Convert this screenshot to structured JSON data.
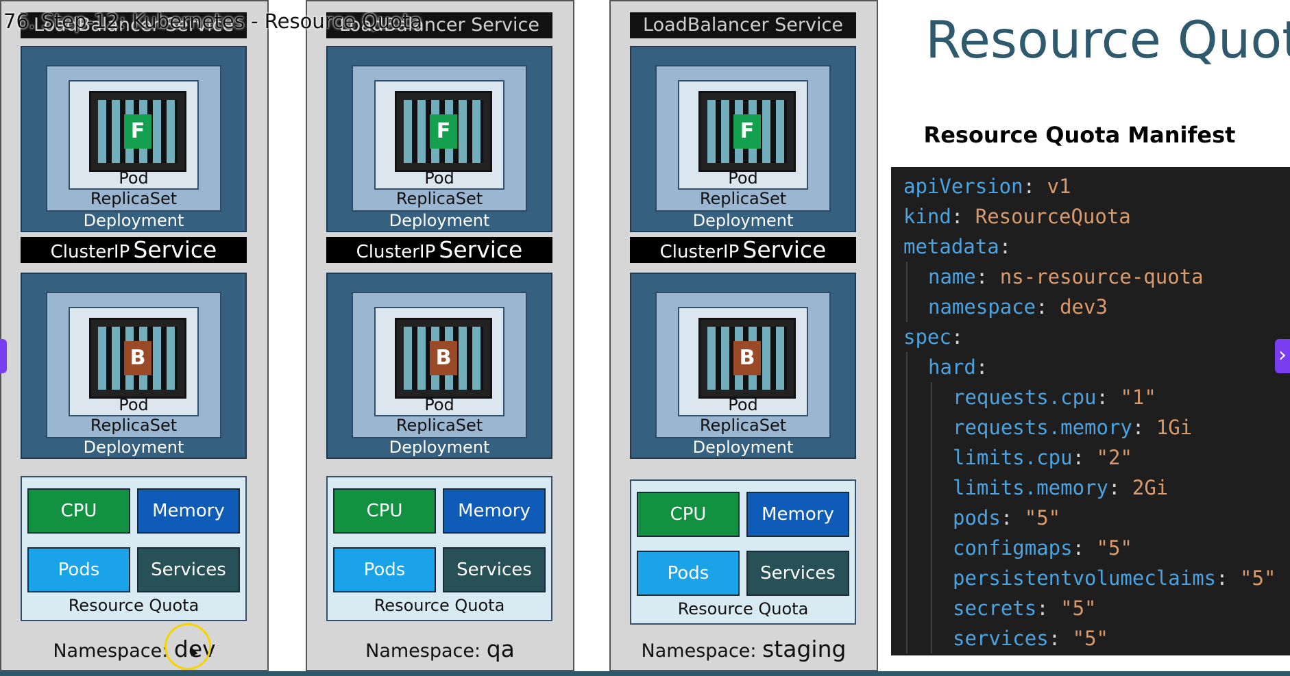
{
  "video_title": "76. Step-12: Kubernetes - Resource Quota",
  "slide": {
    "title": "Resource Quota",
    "manifest_heading": "Resource Quota Manifest"
  },
  "namespaces": [
    {
      "lb_label": "LoadBalancer Service",
      "top_pod": {
        "letter": "F",
        "pod": "Pod",
        "replicaset": "ReplicaSet",
        "deployment": "Deployment"
      },
      "clusterip": {
        "prefix": "ClusterIP",
        "word": "Service"
      },
      "bottom_pod": {
        "letter": "B",
        "pod": "Pod",
        "replicaset": "ReplicaSet",
        "deployment": "Deployment"
      },
      "quota": {
        "cpu": "CPU",
        "memory": "Memory",
        "pods": "Pods",
        "services": "Services",
        "label": "Resource Quota"
      },
      "ns_label": "Namespace:",
      "ns_value": "dev"
    },
    {
      "lb_label": "LoadBalancer Service",
      "top_pod": {
        "letter": "F",
        "pod": "Pod",
        "replicaset": "ReplicaSet",
        "deployment": "Deployment"
      },
      "clusterip": {
        "prefix": "ClusterIP",
        "word": "Service"
      },
      "bottom_pod": {
        "letter": "B",
        "pod": "Pod",
        "replicaset": "ReplicaSet",
        "deployment": "Deployment"
      },
      "quota": {
        "cpu": "CPU",
        "memory": "Memory",
        "pods": "Pods",
        "services": "Services",
        "label": "Resource Quota"
      },
      "ns_label": "Namespace:",
      "ns_value": "qa"
    },
    {
      "lb_label": "LoadBalancer Service",
      "top_pod": {
        "letter": "F",
        "pod": "Pod",
        "replicaset": "ReplicaSet",
        "deployment": "Deployment"
      },
      "clusterip": {
        "prefix": "ClusterIP",
        "word": "Service"
      },
      "bottom_pod": {
        "letter": "B",
        "pod": "Pod",
        "replicaset": "ReplicaSet",
        "deployment": "Deployment"
      },
      "quota": {
        "cpu": "CPU",
        "memory": "Memory",
        "pods": "Pods",
        "services": "Services",
        "label": "Resource Quota"
      },
      "ns_label": "Namespace:",
      "ns_value": "staging"
    }
  ],
  "manifest_lines": [
    {
      "indent": 0,
      "key": "apiVersion",
      "value": "v1"
    },
    {
      "indent": 0,
      "key": "kind",
      "value": "ResourceQuota"
    },
    {
      "indent": 0,
      "key": "metadata",
      "value": ""
    },
    {
      "indent": 1,
      "key": "name",
      "value": "ns-resource-quota"
    },
    {
      "indent": 1,
      "key": "namespace",
      "value": "dev3"
    },
    {
      "indent": 0,
      "key": "spec",
      "value": ""
    },
    {
      "indent": 1,
      "key": "hard",
      "value": ""
    },
    {
      "indent": 2,
      "key": "requests.cpu",
      "value": "\"1\""
    },
    {
      "indent": 2,
      "key": "requests.memory",
      "value": "1Gi"
    },
    {
      "indent": 2,
      "key": "limits.cpu",
      "value": "\"2\""
    },
    {
      "indent": 2,
      "key": "limits.memory",
      "value": "2Gi"
    },
    {
      "indent": 2,
      "key": "pods",
      "value": "\"5\""
    },
    {
      "indent": 2,
      "key": "configmaps",
      "value": "\"5\""
    },
    {
      "indent": 2,
      "key": "persistentvolumeclaims",
      "value": "\"5\""
    },
    {
      "indent": 2,
      "key": "secrets",
      "value": "\"5\""
    },
    {
      "indent": 2,
      "key": "services",
      "value": "\"5\""
    }
  ],
  "player": {
    "prev_icon": "chevron-left-icon",
    "next_icon": "chevron-right-icon",
    "next_glyph": "›",
    "cursor_icon": "mouse-cursor-icon"
  },
  "colors": {
    "title": "#2f5a6e",
    "cpu": "#129141",
    "memory": "#0e5bb8",
    "pods": "#1aa3e8",
    "services": "#275157",
    "frontend_letter_bg": "#15a04f",
    "backend_letter_bg": "#9a4a26",
    "nav_button": "#7b3df0",
    "code_key": "#4da3e0",
    "code_value": "#d99a6c"
  }
}
